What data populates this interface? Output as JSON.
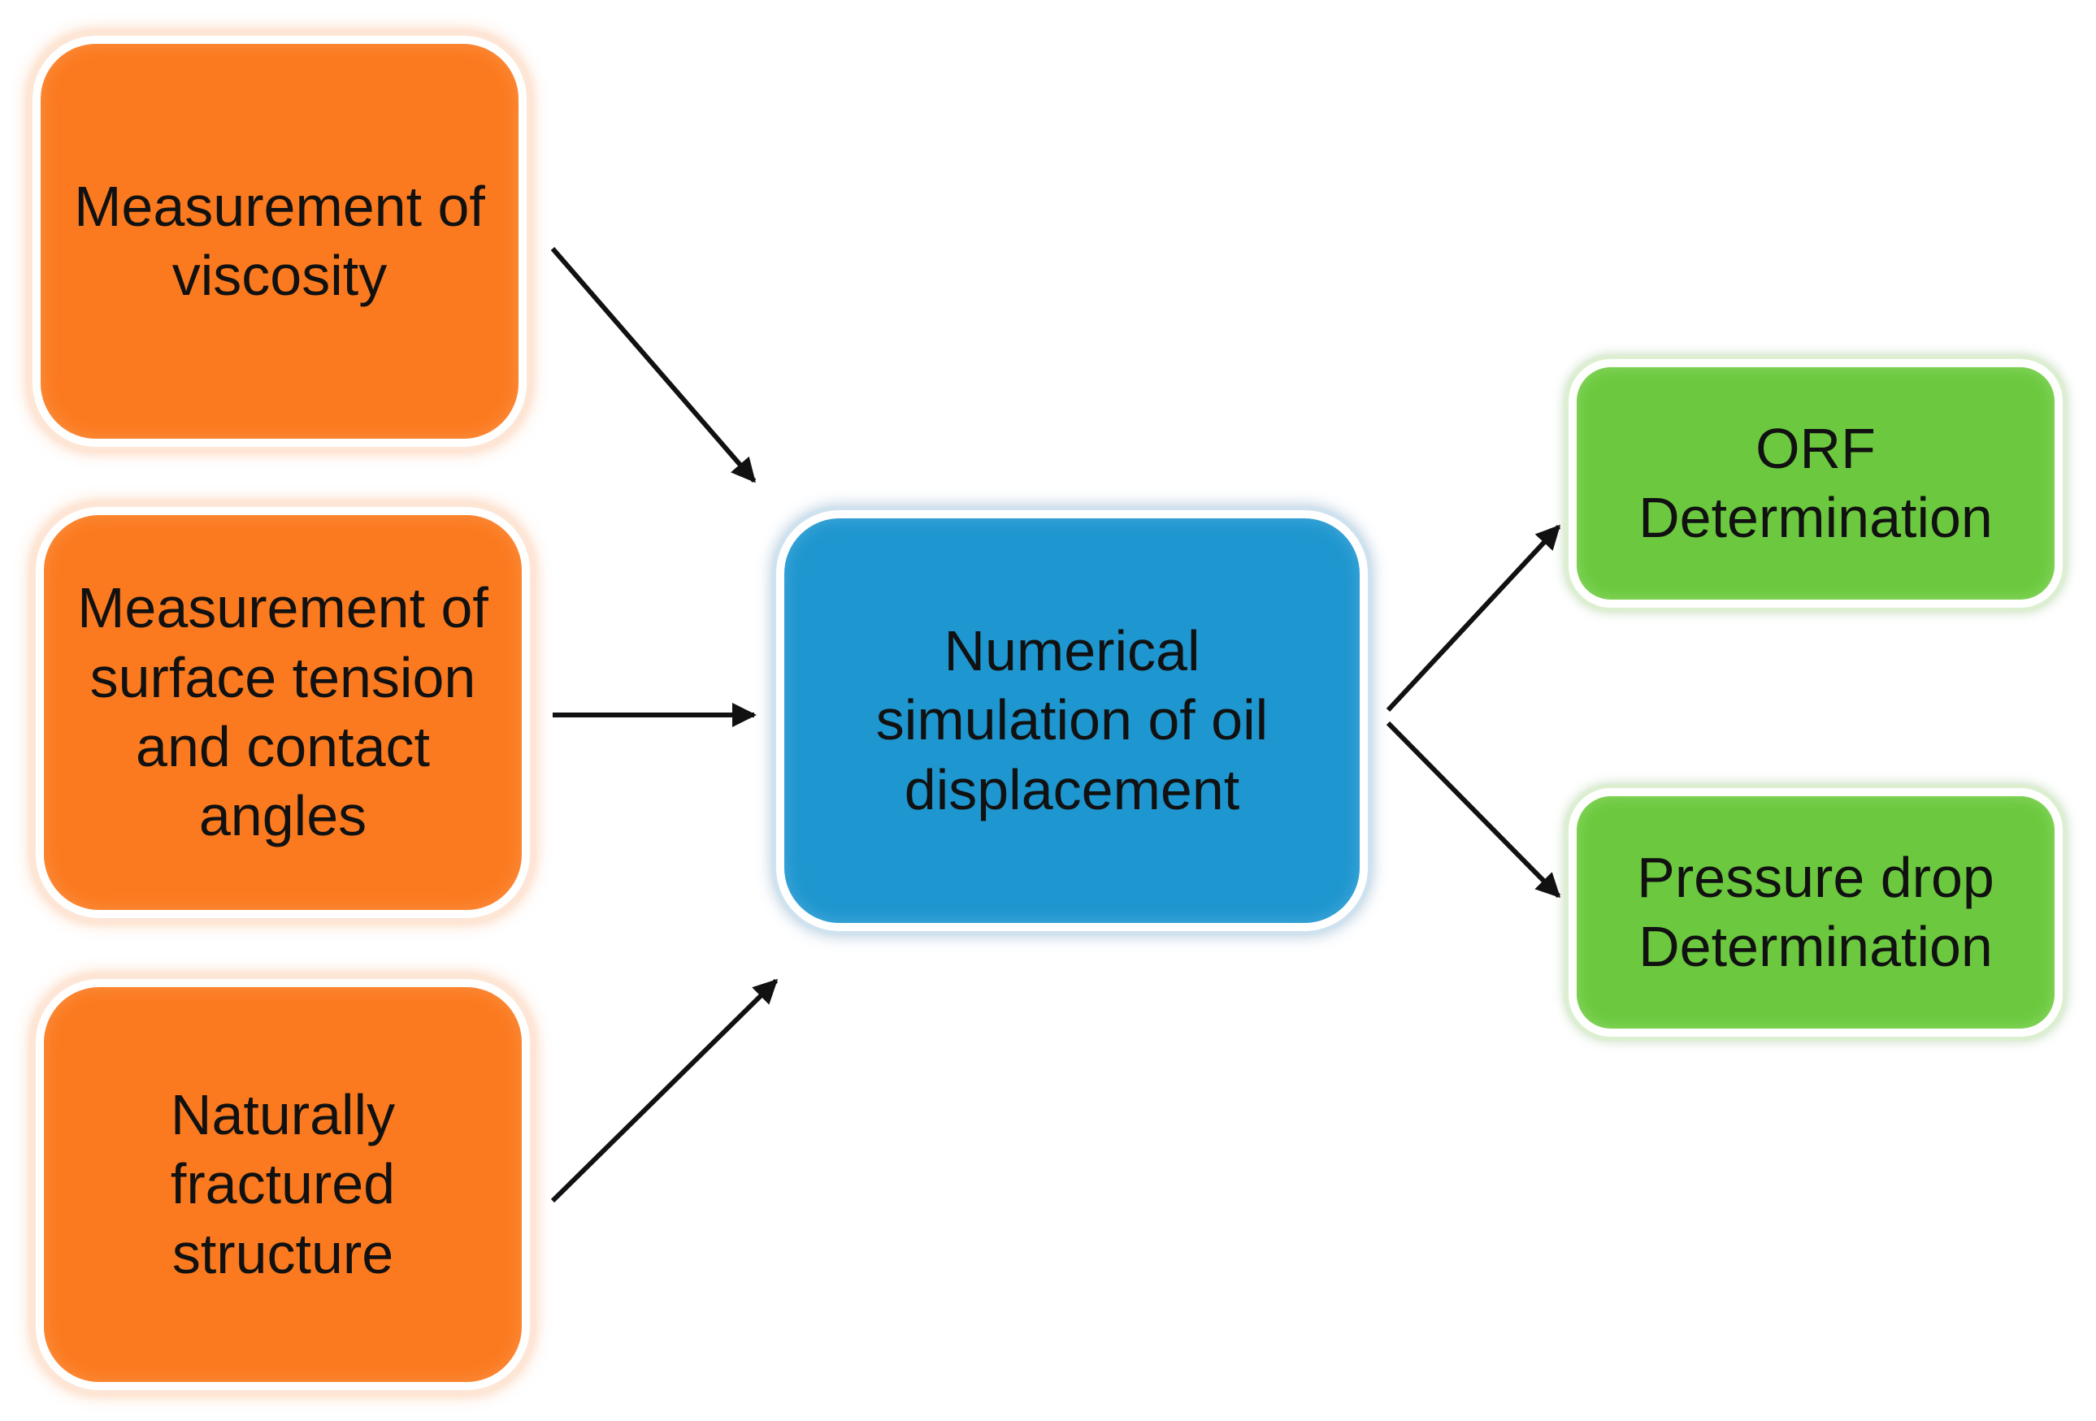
{
  "colors": {
    "input_box": "#fb7a1f",
    "process_box": "#1e96cf",
    "output_box": "#6cc93f",
    "arrow": "#111111"
  },
  "inputs": [
    {
      "label": "Measurement of\nviscosity"
    },
    {
      "label": "Measurement of\nsurface tension\nand contact\nangles"
    },
    {
      "label": "Naturally\nfractured\nstructure"
    }
  ],
  "process": {
    "label": "Numerical\nsimulation of oil\ndisplacement"
  },
  "outputs": [
    {
      "label": "ORF\nDetermination"
    },
    {
      "label": "Pressure drop\nDetermination"
    }
  ]
}
